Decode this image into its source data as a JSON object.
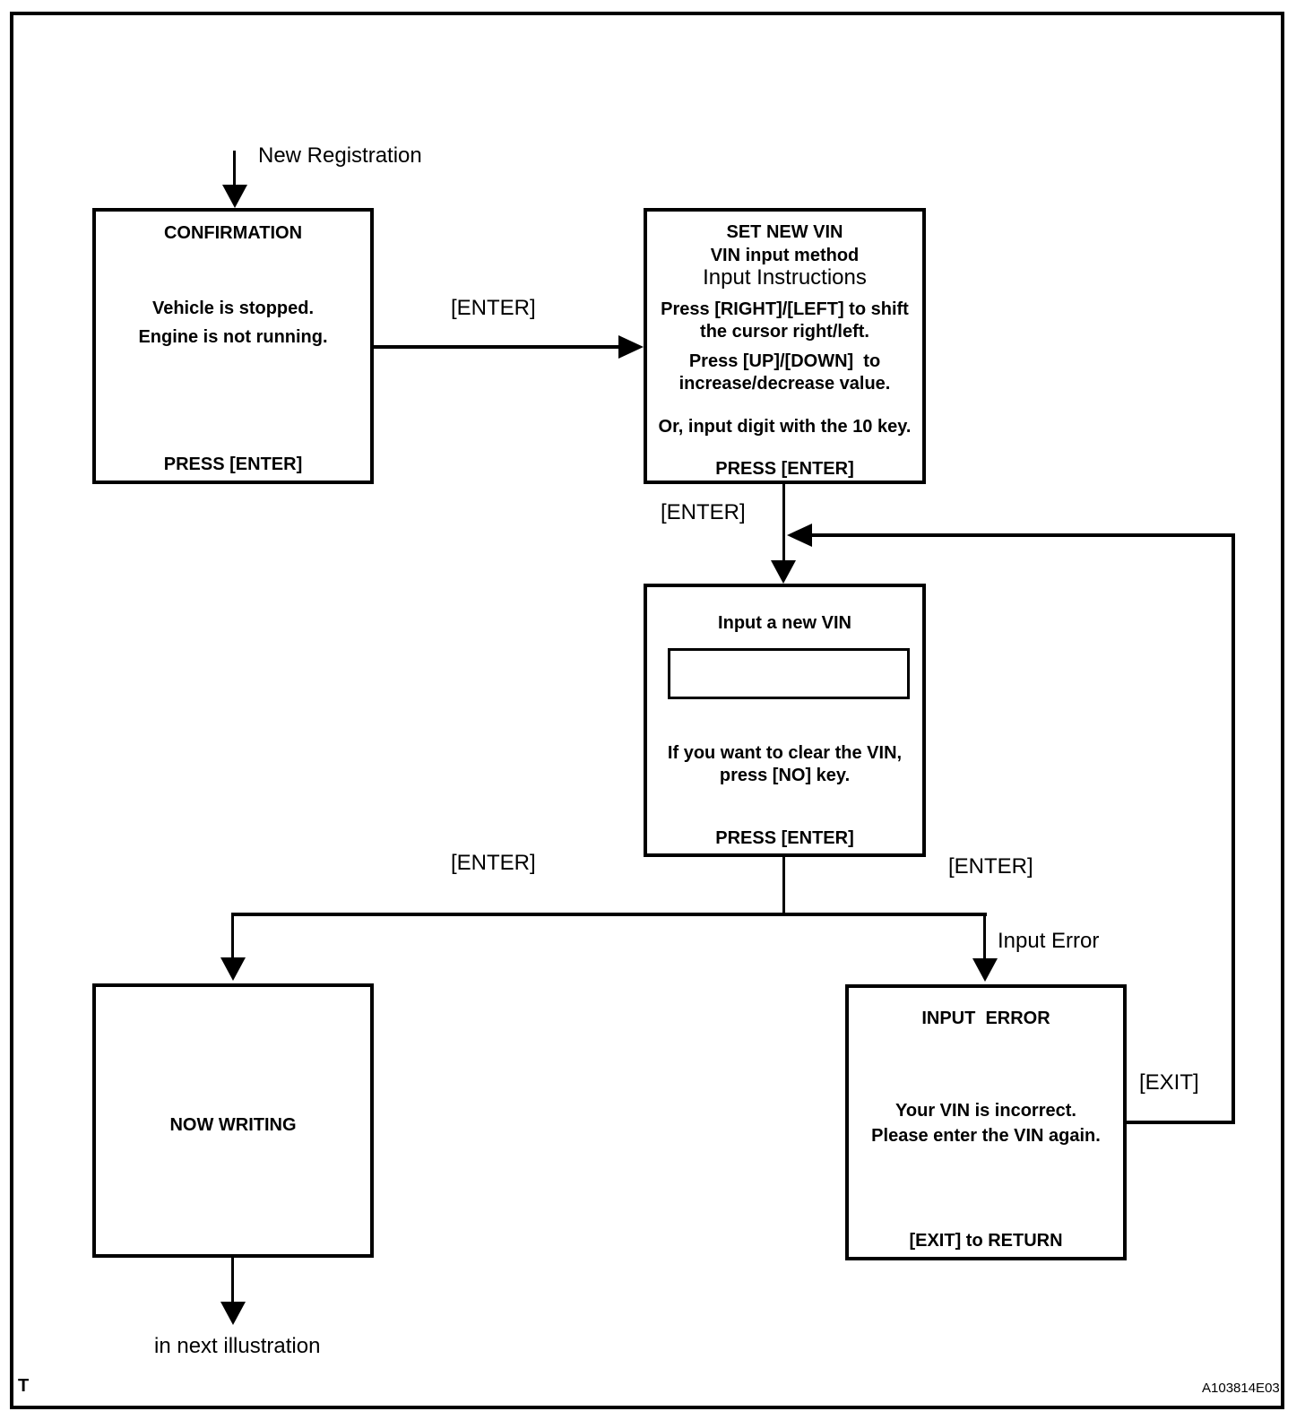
{
  "page": {
    "corner_letter": "T",
    "drawing_code": "A103814E03"
  },
  "labels": {
    "new_registration": "New Registration",
    "enter_confirm_to_set": "[ENTER]",
    "enter_set_to_input": "[ENTER]",
    "enter_left_branch": "[ENTER]",
    "enter_right_branch": "[ENTER]",
    "input_error": "Input Error",
    "exit": "[EXIT]",
    "next_illustration": "in next illustration"
  },
  "boxes": {
    "confirmation": {
      "title": "CONFIRMATION",
      "lines": [
        "Vehicle is stopped.",
        "Engine is not running."
      ],
      "footer": "PRESS [ENTER]"
    },
    "set_new_vin": {
      "title": "SET NEW VIN",
      "subtitle": "VIN input method",
      "instructions_heading": "Input Instructions",
      "lines": [
        "Press [RIGHT]/[LEFT] to shift",
        "the cursor right/left.",
        "Press [UP]/[DOWN]  to",
        "increase/decrease value.",
        "Or, input digit with the 10 key."
      ],
      "footer": "PRESS [ENTER]"
    },
    "input_new_vin": {
      "title": "Input a new VIN",
      "lines": [
        "If you want to clear the VIN,",
        "press [NO] key."
      ],
      "footer": "PRESS [ENTER]"
    },
    "now_writing": {
      "title": "NOW WRITING"
    },
    "input_error": {
      "title": "INPUT  ERROR",
      "lines": [
        "Your VIN is incorrect.",
        "Please enter the VIN again."
      ],
      "footer": "[EXIT] to RETURN"
    }
  }
}
